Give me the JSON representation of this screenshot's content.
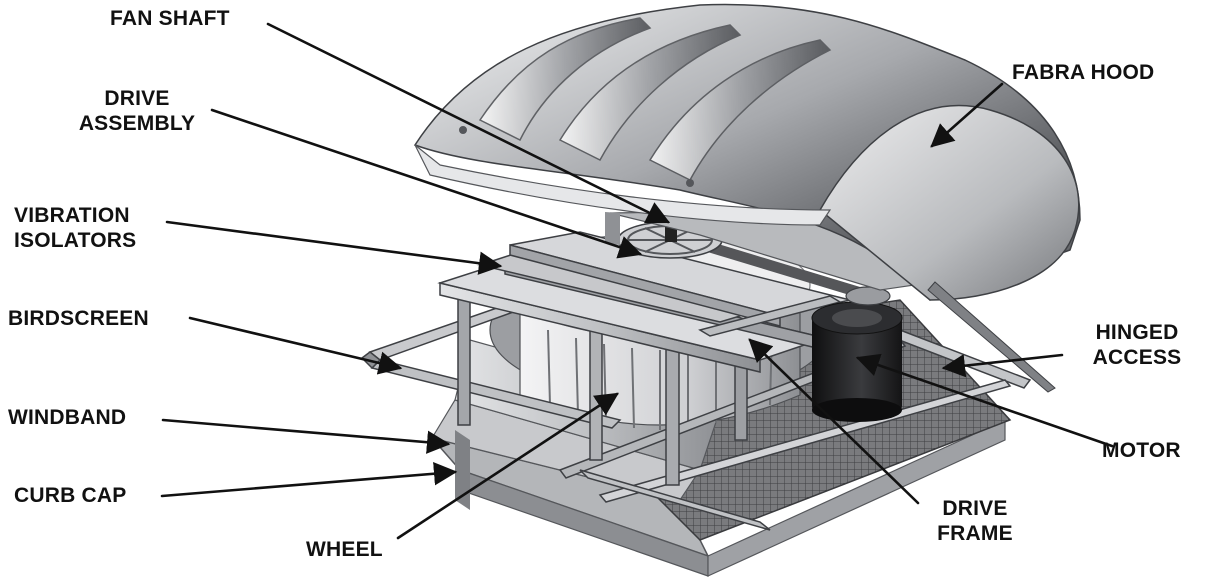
{
  "labels": {
    "fan_shaft": "FAN SHAFT",
    "drive_assembly": [
      "DRIVE",
      "ASSEMBLY"
    ],
    "vibration_isolators": [
      "VIBRATION",
      "ISOLATORS"
    ],
    "birdscreen": "BIRDSCREEN",
    "windband": "WINDBAND",
    "curb_cap": "CURB CAP",
    "wheel": "WHEEL",
    "drive_frame": [
      "DRIVE",
      "FRAME"
    ],
    "motor": "MOTOR",
    "hinged_access": [
      "HINGED",
      "ACCESS"
    ],
    "fabra_hood": "FABRA HOOD"
  },
  "colors": {
    "ink": "#111111",
    "steel_light": "#d9dadc",
    "steel_mid": "#a9abaf",
    "steel_dark": "#5c5e62",
    "motor": "#1c1c1e",
    "base_grid": "#6e6f72"
  }
}
